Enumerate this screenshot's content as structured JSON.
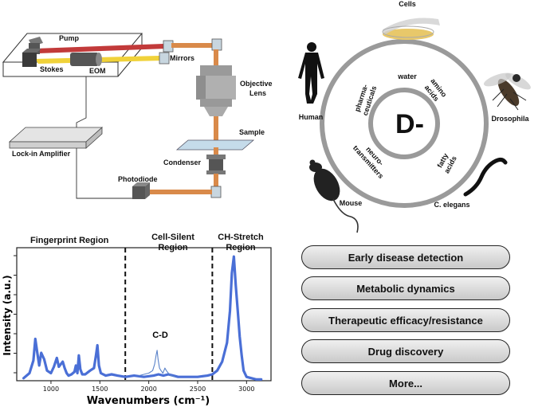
{
  "setup": {
    "pump": "Pump",
    "stokes": "Stokes",
    "eom": "EOM",
    "mirrors": "Mirrors",
    "objective": "Objective Lens",
    "objective_line1": "Objective",
    "objective_line2": "Lens",
    "sample": "Sample",
    "condenser": "Condenser",
    "lockin": "Lock-in Amplifier",
    "photodiode": "Photodiode"
  },
  "organisms": {
    "cells": "Cells",
    "human": "Human",
    "drosophila": "Drosophila",
    "mouse": "Mouse",
    "celegans": "C. elegans"
  },
  "wheel": {
    "center": "D-",
    "water": "water",
    "amino_1": "amino",
    "amino_2": "acids",
    "pharma_1": "pharma-",
    "pharma_2": "ceuticals",
    "neuro_1": "neuro-",
    "neuro_2": "transmitters",
    "fatty_1": "fatty",
    "fatty_2": "acids"
  },
  "regions": {
    "fingerprint": "Fingerprint Region",
    "silent_1": "Cell-Silent",
    "silent_2": "Region",
    "stretch_1": "CH-Stretch",
    "stretch_2": "Region"
  },
  "applications": [
    "Early disease detection",
    "Metabolic dynamics",
    "Therapeutic efficacy/resistance",
    "Drug discovery",
    "More..."
  ],
  "chart_data": {
    "type": "line",
    "xlabel": "Wavenumbers (cm⁻¹)",
    "ylabel": "Intensity (a.u.)",
    "xlim": [
      650,
      3250
    ],
    "ylim": [
      0,
      1.05
    ],
    "xticks": [
      "1000",
      "1500",
      "2000",
      "2500",
      "3000"
    ],
    "annotation": "C-D",
    "dividers": [
      1760,
      2650
    ],
    "series": [
      {
        "x": [
          720,
          780,
          820,
          840,
          860,
          880,
          900,
          930,
          960,
          1000,
          1030,
          1060,
          1080,
          1100,
          1120,
          1140,
          1160,
          1180,
          1210,
          1240,
          1255,
          1270,
          1285,
          1300,
          1320,
          1350,
          1400,
          1440,
          1460,
          1475,
          1490,
          1510,
          1560,
          1620,
          1680,
          1760,
          1850,
          1950,
          2050,
          2100,
          2150,
          2200,
          2250,
          2300,
          2400,
          2500,
          2600,
          2650,
          2700,
          2750,
          2800,
          2830,
          2850,
          2870,
          2890,
          2910,
          2930,
          2950,
          2970,
          3000,
          3050,
          3100,
          3150
        ],
        "y": [
          0.02,
          0.06,
          0.16,
          0.33,
          0.22,
          0.12,
          0.22,
          0.17,
          0.08,
          0.06,
          0.11,
          0.18,
          0.11,
          0.13,
          0.15,
          0.1,
          0.06,
          0.04,
          0.05,
          0.07,
          0.12,
          0.06,
          0.2,
          0.09,
          0.05,
          0.05,
          0.08,
          0.1,
          0.2,
          0.28,
          0.12,
          0.06,
          0.04,
          0.05,
          0.04,
          0.03,
          0.04,
          0.03,
          0.04,
          0.05,
          0.04,
          0.05,
          0.04,
          0.03,
          0.03,
          0.03,
          0.04,
          0.05,
          0.08,
          0.15,
          0.3,
          0.55,
          0.85,
          0.98,
          0.75,
          0.55,
          0.35,
          0.2,
          0.08,
          0.03,
          0.02,
          0.01,
          0.01
        ]
      },
      {
        "x": [
          1900,
          1950,
          2000,
          2040,
          2060,
          2075,
          2085,
          2095,
          2110,
          2125,
          2145,
          2165,
          2180,
          2200,
          2230,
          2270
        ],
        "y": [
          0.04,
          0.05,
          0.06,
          0.08,
          0.13,
          0.2,
          0.24,
          0.17,
          0.1,
          0.08,
          0.06,
          0.1,
          0.08,
          0.06,
          0.04,
          0.03
        ]
      }
    ]
  }
}
